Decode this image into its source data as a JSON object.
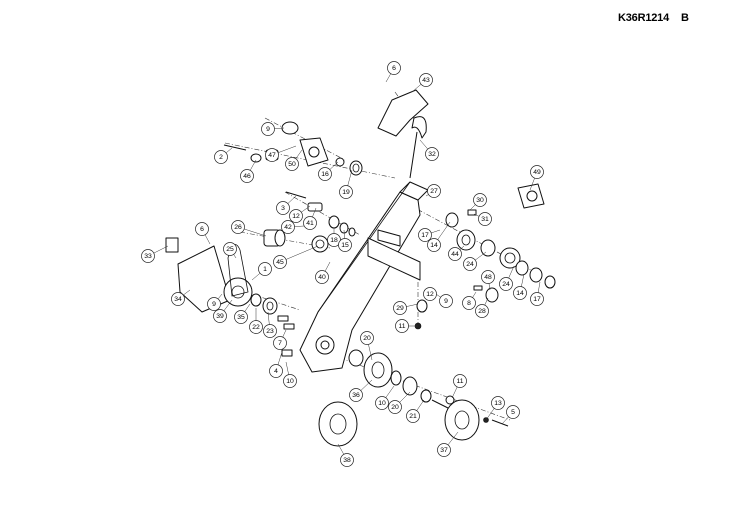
{
  "drawing": {
    "code": "K36R1214",
    "revision": "B"
  },
  "callouts": [
    {
      "label": "6"
    },
    {
      "label": "43"
    },
    {
      "label": "9"
    },
    {
      "label": "47"
    },
    {
      "label": "50"
    },
    {
      "label": "2"
    },
    {
      "label": "46"
    },
    {
      "label": "16"
    },
    {
      "label": "19"
    },
    {
      "label": "32"
    },
    {
      "label": "49"
    },
    {
      "label": "27"
    },
    {
      "label": "3"
    },
    {
      "label": "12"
    },
    {
      "label": "41"
    },
    {
      "label": "42"
    },
    {
      "label": "26"
    },
    {
      "label": "6"
    },
    {
      "label": "18"
    },
    {
      "label": "15"
    },
    {
      "label": "30"
    },
    {
      "label": "31"
    },
    {
      "label": "14"
    },
    {
      "label": "17"
    },
    {
      "label": "44"
    },
    {
      "label": "25"
    },
    {
      "label": "45"
    },
    {
      "label": "33"
    },
    {
      "label": "1"
    },
    {
      "label": "40"
    },
    {
      "label": "24"
    },
    {
      "label": "48"
    },
    {
      "label": "34"
    },
    {
      "label": "12"
    },
    {
      "label": "9"
    },
    {
      "label": "8"
    },
    {
      "label": "28"
    },
    {
      "label": "24"
    },
    {
      "label": "14"
    },
    {
      "label": "17"
    },
    {
      "label": "9"
    },
    {
      "label": "39"
    },
    {
      "label": "35"
    },
    {
      "label": "29"
    },
    {
      "label": "22"
    },
    {
      "label": "23"
    },
    {
      "label": "11"
    },
    {
      "label": "7"
    },
    {
      "label": "20"
    },
    {
      "label": "4"
    },
    {
      "label": "10"
    },
    {
      "label": "36"
    },
    {
      "label": "11"
    },
    {
      "label": "10"
    },
    {
      "label": "20"
    },
    {
      "label": "13"
    },
    {
      "label": "5"
    },
    {
      "label": "21"
    },
    {
      "label": "37"
    },
    {
      "label": "38"
    }
  ]
}
